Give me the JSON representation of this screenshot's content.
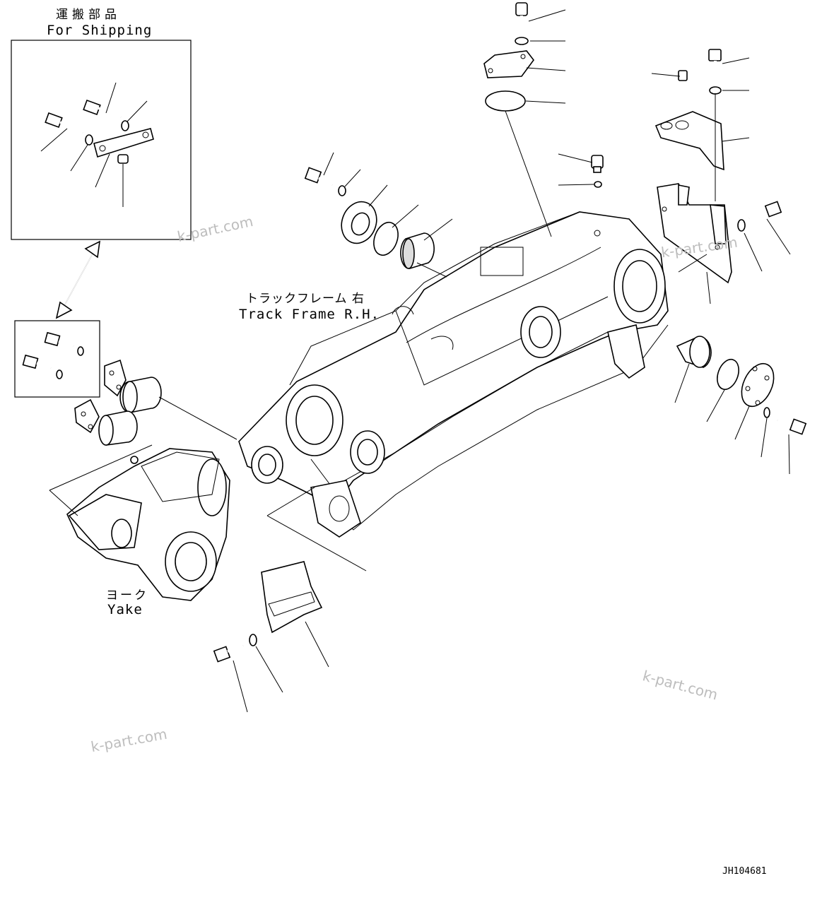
{
  "shipping_box": {
    "label_jp": "運搬部品",
    "label_en": "For Shipping"
  },
  "track_frame": {
    "label_jp": "トラックフレーム 右",
    "label_en": "Track Frame R.H."
  },
  "yoke": {
    "label_jp": "ヨーク",
    "label_en": "Yake"
  },
  "watermarks": [
    "k-part.com",
    "k-part.com",
    "k-part.com",
    "k-part.com"
  ],
  "drawing_code": "JH104681"
}
